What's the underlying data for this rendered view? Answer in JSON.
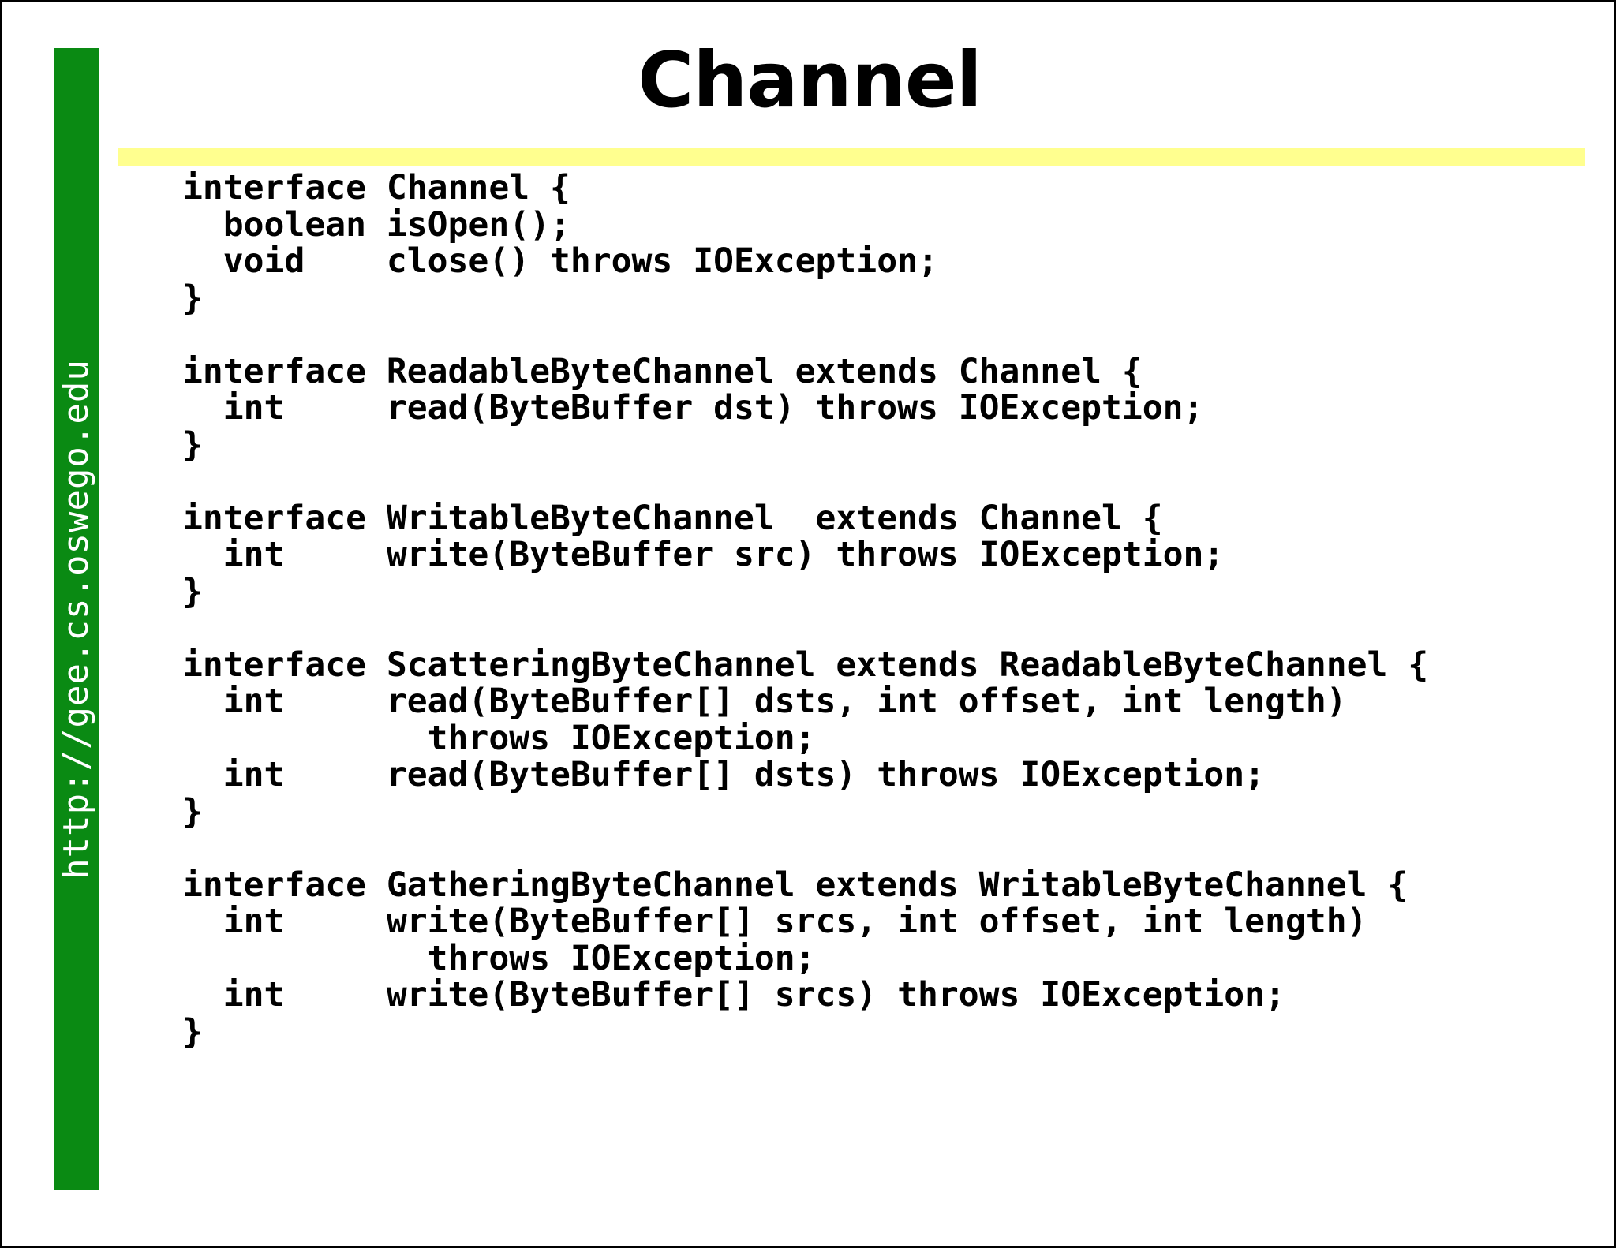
{
  "slide": {
    "title": "Channel",
    "sidebar_url": "http://gee.cs.oswego.edu",
    "colors": {
      "sidebar_green": "#0a8a13",
      "divider_yellow": "#ffff8f",
      "text_black": "#000000",
      "background": "#ffffff"
    }
  },
  "code": {
    "language": "java",
    "lines": [
      "interface Channel {",
      "  boolean isOpen();",
      "  void    close() throws IOException;",
      "}",
      "",
      "interface ReadableByteChannel extends Channel {",
      "  int     read(ByteBuffer dst) throws IOException;",
      "}",
      "",
      "interface WritableByteChannel  extends Channel {",
      "  int     write(ByteBuffer src) throws IOException;",
      "}",
      "",
      "interface ScatteringByteChannel extends ReadableByteChannel {",
      "  int     read(ByteBuffer[] dsts, int offset, int length)",
      "            throws IOException;",
      "  int     read(ByteBuffer[] dsts) throws IOException;",
      "}",
      "",
      "interface GatheringByteChannel extends WritableByteChannel {",
      "  int     write(ByteBuffer[] srcs, int offset, int length)",
      "            throws IOException;",
      "  int     write(ByteBuffer[] srcs) throws IOException;",
      "}"
    ]
  }
}
